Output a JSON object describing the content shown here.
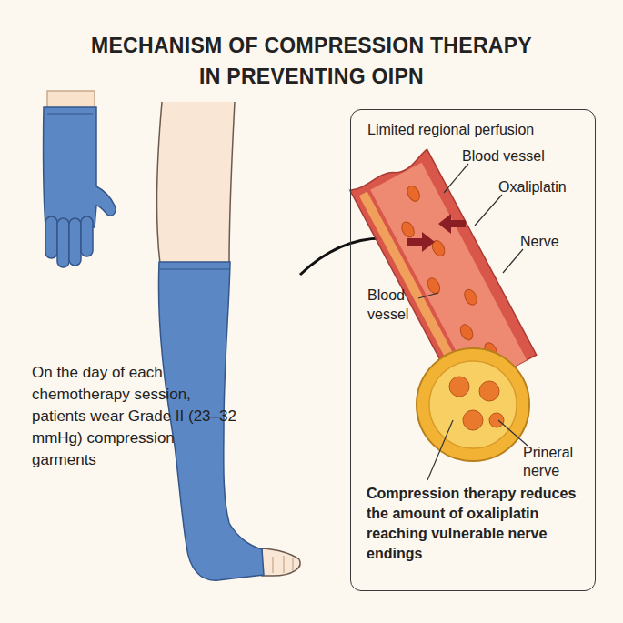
{
  "diagram": {
    "title": "MECHANISM OF COMPRESSION THERAPY IN PREVENTING OIPN",
    "nodes": [
      {
        "text": [
          "Limited regional perfusion"
        ]
      }
    ],
    "labels": [
      "On the day of each chemotherapy session, patients wear Grade II (23–32 mmHg) compression garments",
      "Blood vessel",
      "Oxaliplatin",
      "Nerve",
      "Blood vessel",
      "Prineral nerve",
      "Compression therapy reduces the amount of oxaliplatin reaching vulnerable nerve endings"
    ]
  }
}
